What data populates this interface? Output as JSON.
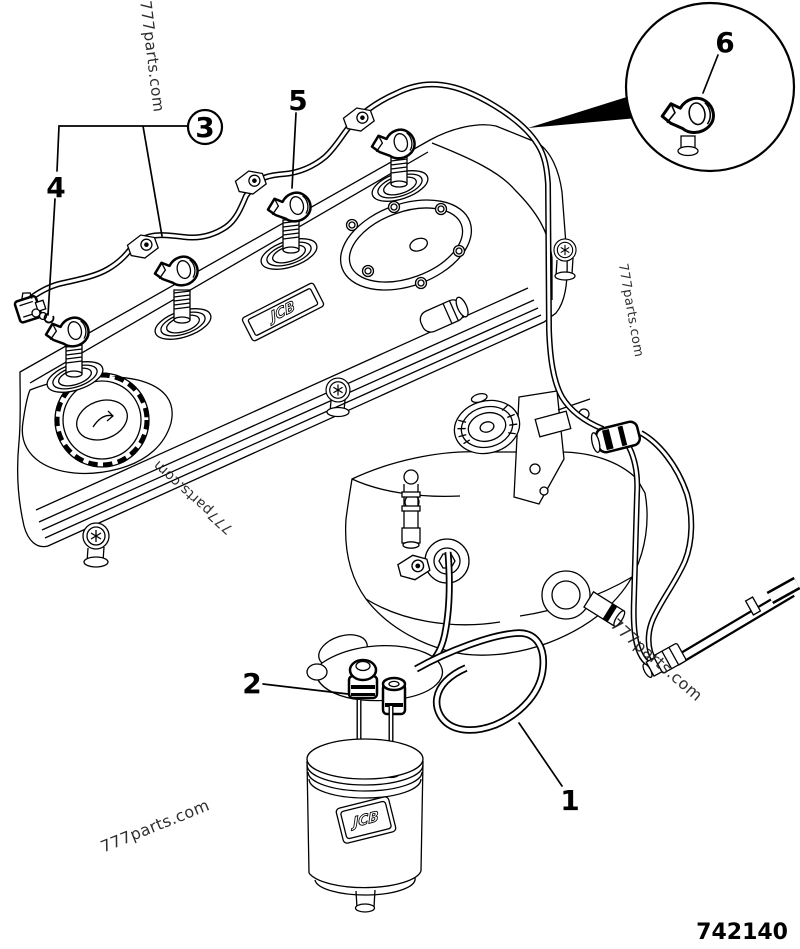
{
  "diagram": {
    "part_number": "742140",
    "watermark": "777parts.com",
    "brand": "JCB",
    "callouts": {
      "n1": "1",
      "n2": "2",
      "n3": "3",
      "n4": "4",
      "n5": "5",
      "n6": "6"
    }
  }
}
